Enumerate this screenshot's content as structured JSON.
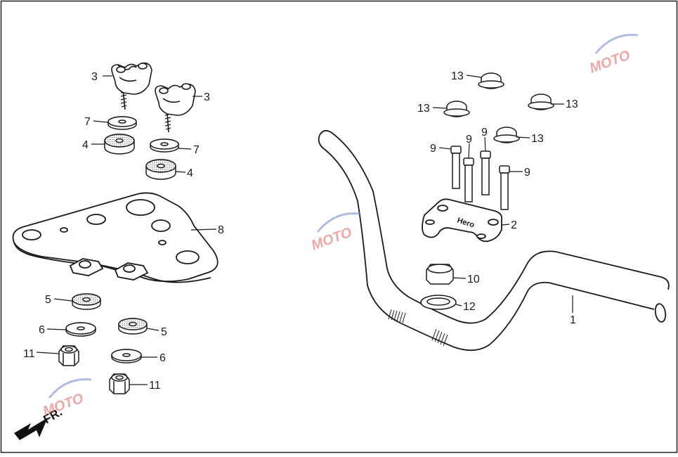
{
  "diagram": {
    "labels": {
      "l1": "1",
      "l2": "2",
      "l3a": "3",
      "l3b": "3",
      "l4a": "4",
      "l4b": "4",
      "l5a": "5",
      "l5b": "5",
      "l6a": "6",
      "l6b": "6",
      "l7a": "7",
      "l7b": "7",
      "l8": "8",
      "l9a": "9",
      "l9b": "9",
      "l9c": "9",
      "l9d": "9",
      "l10": "10",
      "l11a": "11",
      "l11b": "11",
      "l12": "12",
      "l13a": "13",
      "l13b": "13",
      "l13c": "13",
      "l13d": "13"
    },
    "front_marker": "FR.",
    "clamp_logo": "Hero",
    "watermark": "MOTO"
  },
  "colors": {
    "line": "#1a1a1a",
    "part_fill": "#ffffff",
    "knurl": "#9a9a9a",
    "watermark_blue": "#7d8fd0",
    "watermark_red": "#e07070"
  }
}
